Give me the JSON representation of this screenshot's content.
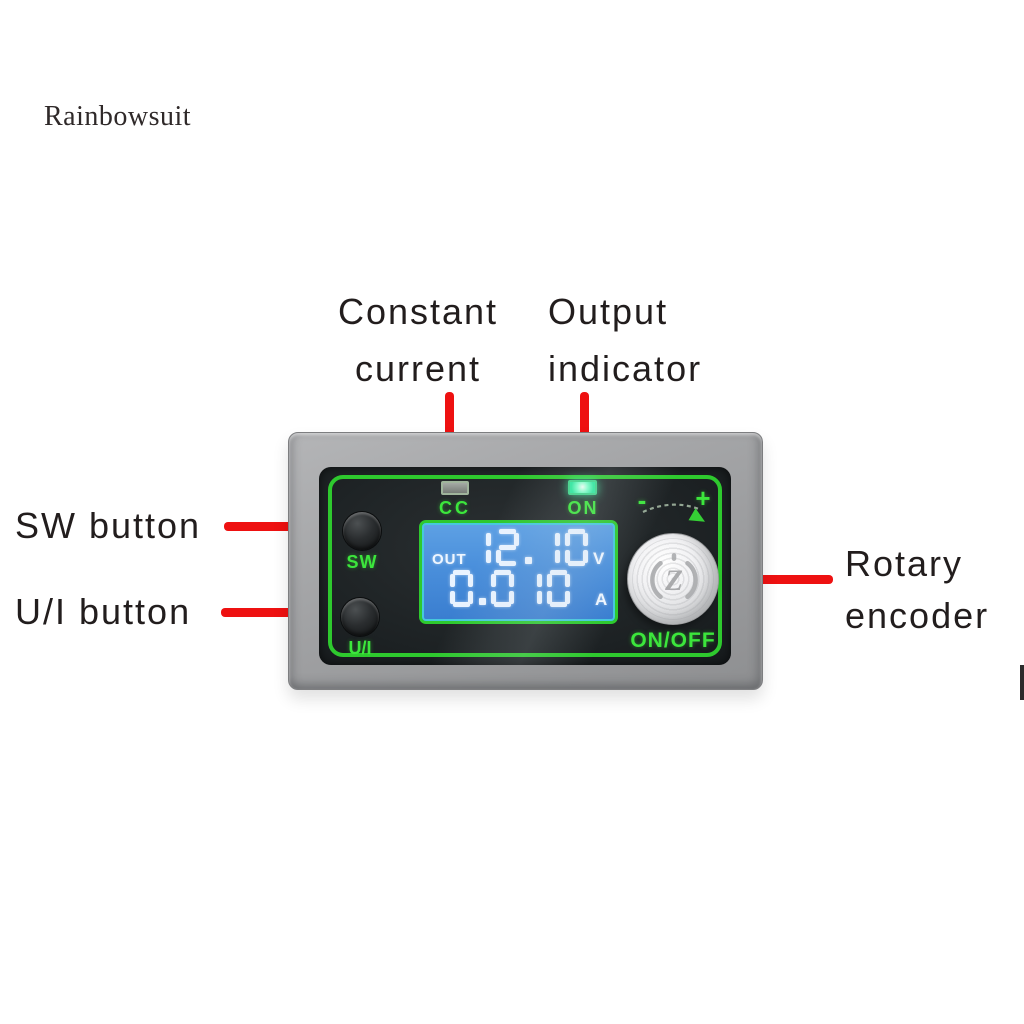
{
  "watermark": "Rainbowsuit",
  "annotations": {
    "constant_current": {
      "line1": "Constant",
      "line2": "current"
    },
    "output_indicator": {
      "line1": "Output",
      "line2": "indicator"
    },
    "sw_button": "SW button",
    "ui_button": "U/I button",
    "rotary_encoder": {
      "line1": "Rotary",
      "line2": "encoder"
    }
  },
  "device": {
    "indicators": {
      "cc_label": "CC",
      "on_label": "ON"
    },
    "lcd": {
      "out_label": "OUT",
      "voltage": "12.10",
      "voltage_unit": "V",
      "current": "0.010",
      "current_unit": "A"
    },
    "buttons": {
      "sw": "SW",
      "ui": "U/I"
    },
    "knob": {
      "onoff": "ON/OFF",
      "minus": "-",
      "plus": "+",
      "logo": "Z"
    }
  },
  "colors": {
    "annotation_red": "#ee1111",
    "frame_green": "#2ec92e",
    "label_green": "#3ce63c",
    "lcd_blue": "#3a7ed0",
    "lcd_digit": "#e9f3ff",
    "body_gray": "#9fa0a2",
    "panel_dark": "#1f2426",
    "text_black": "#221d1d"
  }
}
